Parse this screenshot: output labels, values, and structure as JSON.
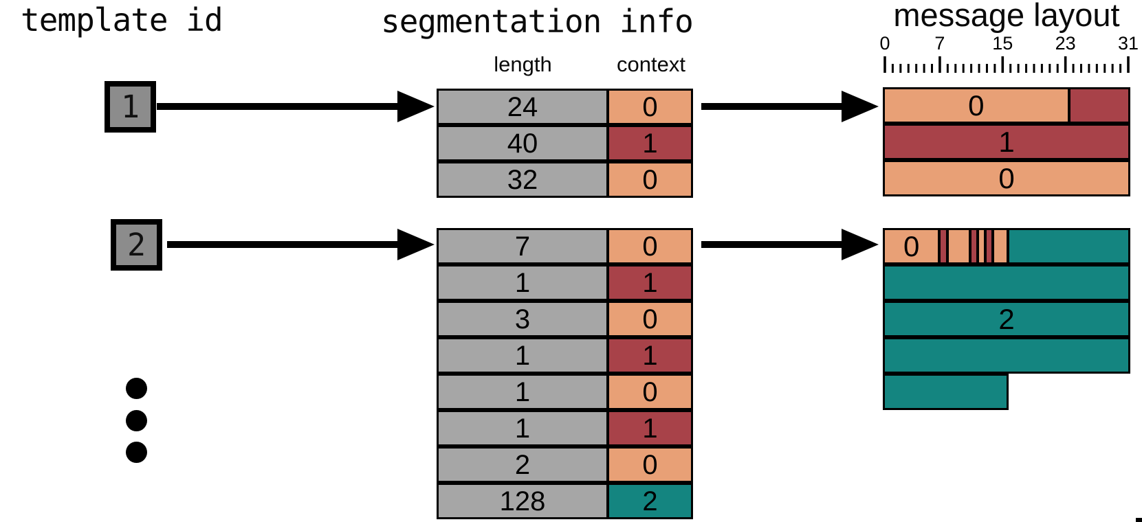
{
  "titles": {
    "template_id": "template id",
    "segmentation_info": "segmentation info",
    "message_layout": "message layout"
  },
  "colors": {
    "context0": "#e8a076",
    "context1": "#a84249",
    "context2": "#148580",
    "length_gray": "#a6a6a6",
    "template_box_gray": "#8c8c8c",
    "border": "#000000"
  },
  "segmentation_table": {
    "length_header": "length",
    "context_header": "context"
  },
  "ruler": {
    "total_bits": 32,
    "labels": [
      "0",
      "7",
      "15",
      "23",
      "31"
    ],
    "label_bits": [
      0,
      7,
      15,
      23,
      31
    ],
    "major_tick_bits": [
      0,
      7,
      15,
      23,
      31
    ]
  },
  "templates": [
    {
      "id": "1",
      "segments": [
        {
          "length": "24",
          "context": "0"
        },
        {
          "length": "40",
          "context": "1"
        },
        {
          "length": "32",
          "context": "0"
        }
      ],
      "layout_rows": [
        {
          "row_bits": 32,
          "segments": [
            {
              "bits": 24,
              "context": "0",
              "label": "0"
            },
            {
              "bits": 8,
              "context": "1",
              "label": ""
            }
          ]
        },
        {
          "row_bits": 32,
          "segments": [
            {
              "bits": 32,
              "context": "1",
              "label": "1"
            }
          ]
        },
        {
          "row_bits": 32,
          "segments": [
            {
              "bits": 32,
              "context": "0",
              "label": "0"
            }
          ]
        }
      ]
    },
    {
      "id": "2",
      "segments": [
        {
          "length": "7",
          "context": "0"
        },
        {
          "length": "1",
          "context": "1"
        },
        {
          "length": "3",
          "context": "0"
        },
        {
          "length": "1",
          "context": "1"
        },
        {
          "length": "1",
          "context": "0"
        },
        {
          "length": "1",
          "context": "1"
        },
        {
          "length": "2",
          "context": "0"
        },
        {
          "length": "128",
          "context": "2"
        }
      ],
      "layout_rows": [
        {
          "row_bits": 32,
          "segments": [
            {
              "bits": 7,
              "context": "0",
              "label": "0"
            },
            {
              "bits": 1,
              "context": "1",
              "label": ""
            },
            {
              "bits": 3,
              "context": "0",
              "label": ""
            },
            {
              "bits": 1,
              "context": "1",
              "label": ""
            },
            {
              "bits": 1,
              "context": "0",
              "label": ""
            },
            {
              "bits": 1,
              "context": "1",
              "label": ""
            },
            {
              "bits": 2,
              "context": "0",
              "label": ""
            },
            {
              "bits": 16,
              "context": "2",
              "label": ""
            }
          ]
        },
        {
          "row_bits": 32,
          "segments": [
            {
              "bits": 32,
              "context": "2",
              "label": ""
            }
          ]
        },
        {
          "row_bits": 32,
          "segments": [
            {
              "bits": 32,
              "context": "2",
              "label": "2"
            }
          ]
        },
        {
          "row_bits": 32,
          "segments": [
            {
              "bits": 32,
              "context": "2",
              "label": ""
            }
          ]
        },
        {
          "row_bits": 16,
          "segments": [
            {
              "bits": 16,
              "context": "2",
              "label": ""
            }
          ]
        }
      ]
    }
  ],
  "ellipsis_dot_count": 3
}
